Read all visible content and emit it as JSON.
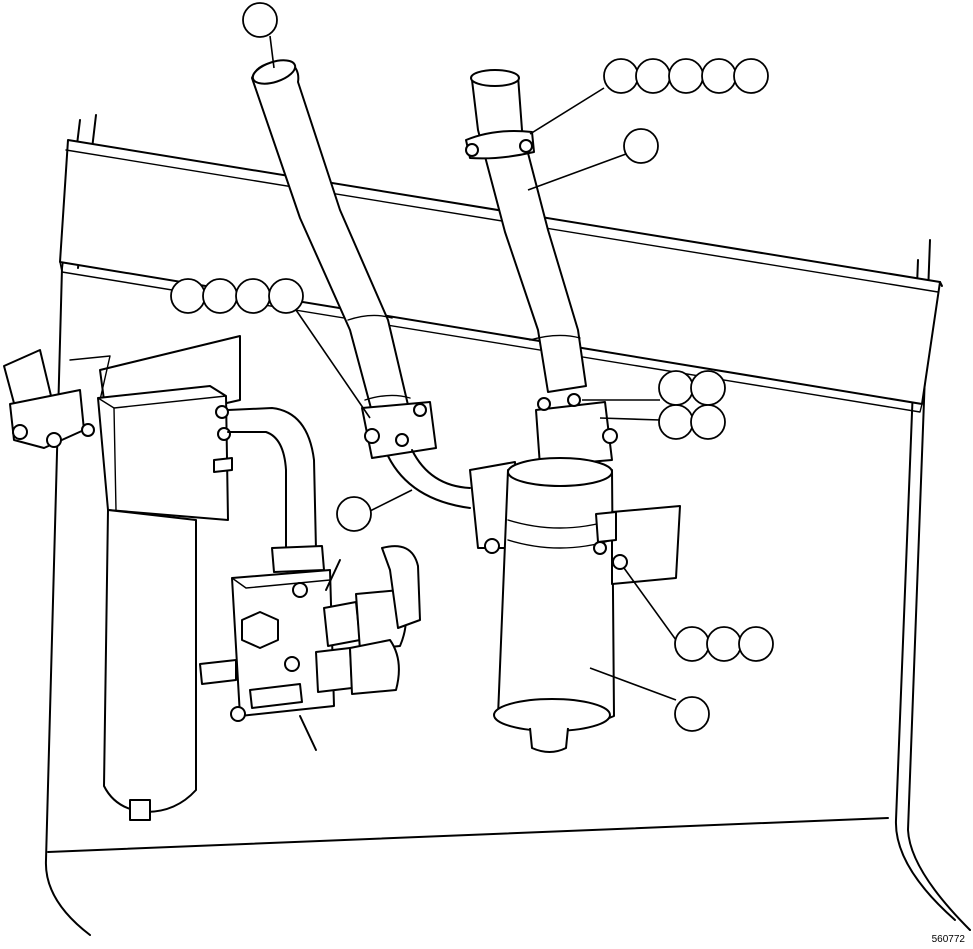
{
  "figure": {
    "id": "560772"
  },
  "components": {
    "suction_hose_upper_left": "hose",
    "return_hose_right": "hose",
    "left_filter": "filter",
    "right_filter": "filter",
    "valve_block": "valve",
    "mounting_panel": "panel"
  },
  "callout_groups": [
    {
      "name": "callout-hose-left-top",
      "count": 1
    },
    {
      "name": "callout-clamp-top-right",
      "count": 5
    },
    {
      "name": "callout-hose-right",
      "count": 1
    },
    {
      "name": "callout-clamp-left",
      "count": 4
    },
    {
      "name": "callout-bolts-upper",
      "count": 2
    },
    {
      "name": "callout-bolts-lower",
      "count": 2
    },
    {
      "name": "callout-tube",
      "count": 1
    },
    {
      "name": "callout-nuts",
      "count": 3
    },
    {
      "name": "callout-filter-right",
      "count": 1
    }
  ]
}
